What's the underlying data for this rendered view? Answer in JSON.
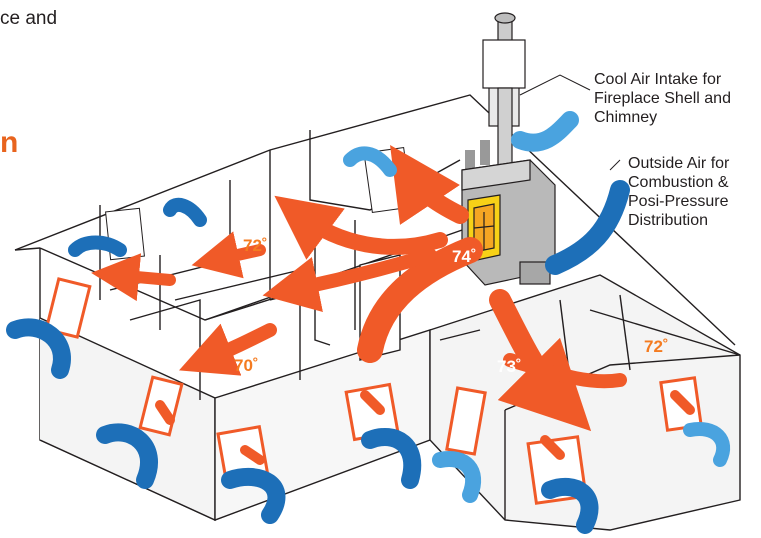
{
  "top_text": "ce  and",
  "heading_fragment": "n",
  "callouts": {
    "intake": [
      "Cool Air Intake for",
      "Fireplace Shell and",
      "Chimney"
    ],
    "outside": [
      "Outside Air for",
      "Combustion &",
      "Posi-Pressure",
      "Distribution"
    ]
  },
  "temperatures": {
    "fireplace_room": "74˚",
    "left_bedroom": "70˚",
    "left_bedroom_2": "72˚",
    "front_left_room": "70˚",
    "front_right_room": "73˚",
    "right_room": "72˚"
  },
  "colors": {
    "warm_air": "#f05a28",
    "cool_air": "#1d6fb8",
    "cool_air_light": "#4aa3df",
    "wall_line": "#231f20",
    "fireplace_gray": "#b9b9b9",
    "fireplace_glow": "#f7d117"
  }
}
